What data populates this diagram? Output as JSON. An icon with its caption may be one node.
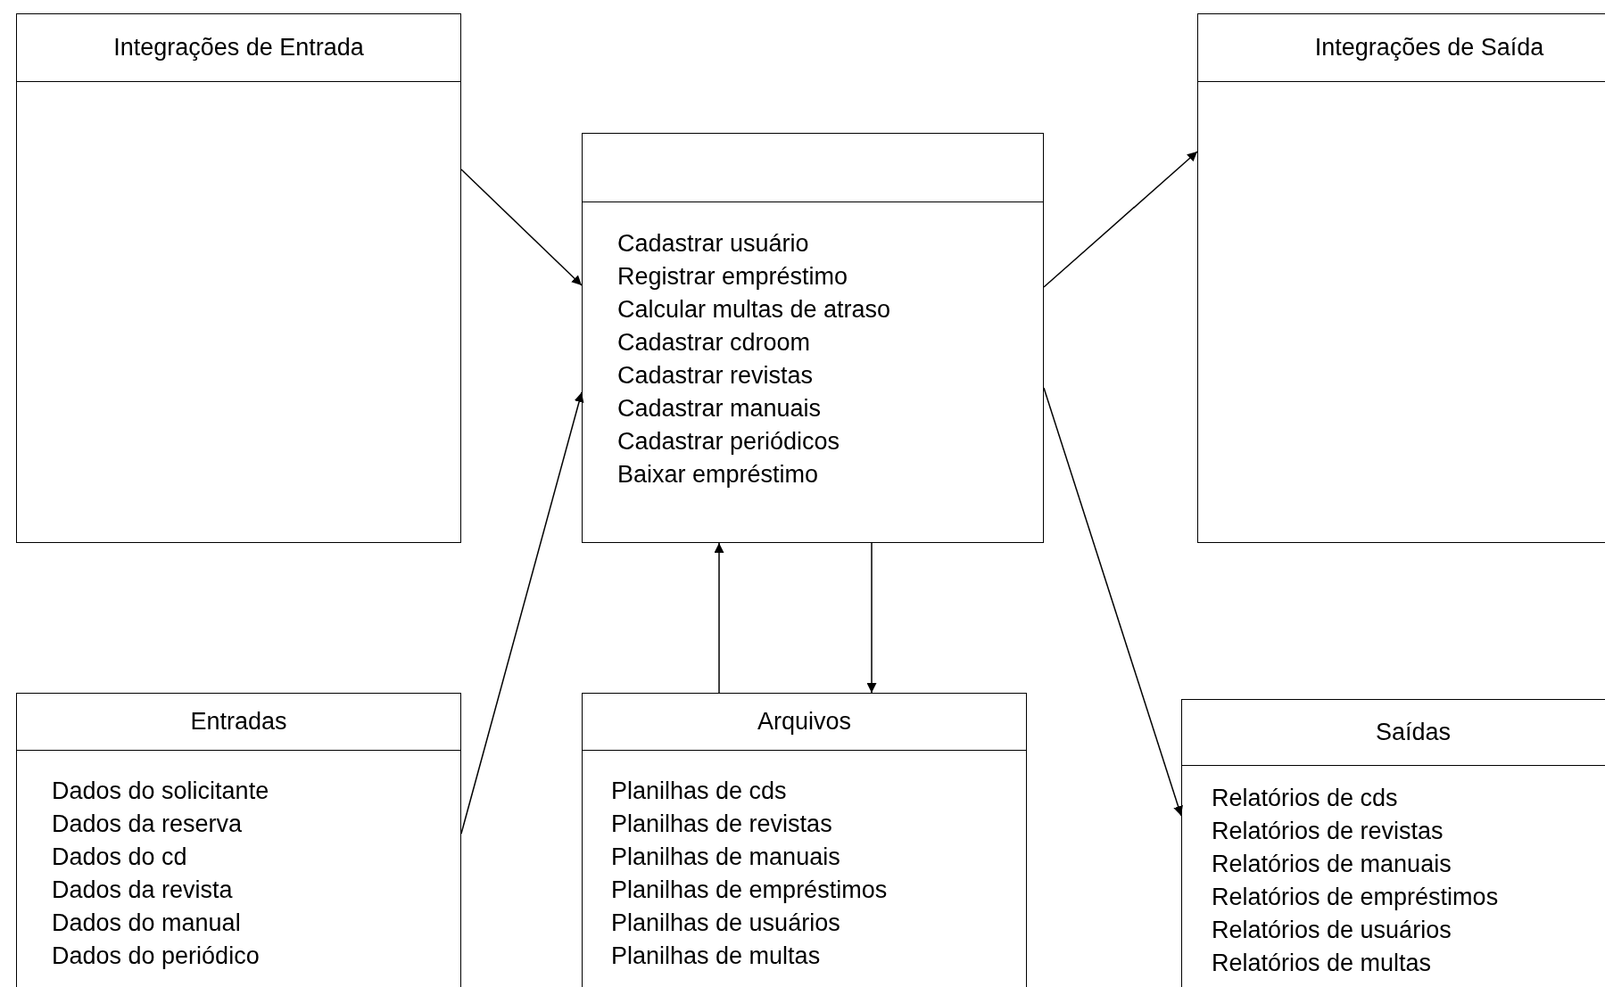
{
  "diagram": {
    "nodes": [
      {
        "text": [
          "Integrações de Entrada"
        ]
      },
      {
        "text": [
          "Cadastrar usuário",
          "Registrar empréstimo",
          "Calcular multas de atraso",
          "Cadastrar cdroom",
          "Cadastrar revistas",
          "Cadastrar manuais",
          "Cadastrar periódicos",
          "Baixar empréstimo"
        ]
      },
      {
        "text": [
          "Integrações de Saída"
        ]
      },
      {
        "text": [
          "Entradas",
          "Dados do solicitante",
          "Dados da reserva",
          "Dados do cd",
          "Dados da revista",
          "Dados do manual",
          "Dados do periódico"
        ]
      },
      {
        "text": [
          "Arquivos",
          "Planilhas de cds",
          "Planilhas de revistas",
          "Planilhas de manuais",
          "Planilhas de empréstimos",
          "Planilhas de usuários",
          "Planilhas de multas"
        ]
      },
      {
        "text": [
          "Saídas",
          "Relatórios de cds",
          "Relatórios de revistas",
          "Relatórios de manuais",
          "Relatórios de empréstimos",
          "Relatórios de usuários",
          "Relatórios de multas"
        ]
      }
    ],
    "edges": [
      {
        "from": 0,
        "to": 1,
        "arrow": "to"
      },
      {
        "from": 1,
        "to": 2,
        "arrow": "to"
      },
      {
        "from": 3,
        "to": 1,
        "arrow": "to"
      },
      {
        "from": 4,
        "to": 1,
        "arrow": "to"
      },
      {
        "from": 1,
        "to": 4,
        "arrow": "to"
      },
      {
        "from": 1,
        "to": 5,
        "arrow": "to"
      }
    ]
  }
}
